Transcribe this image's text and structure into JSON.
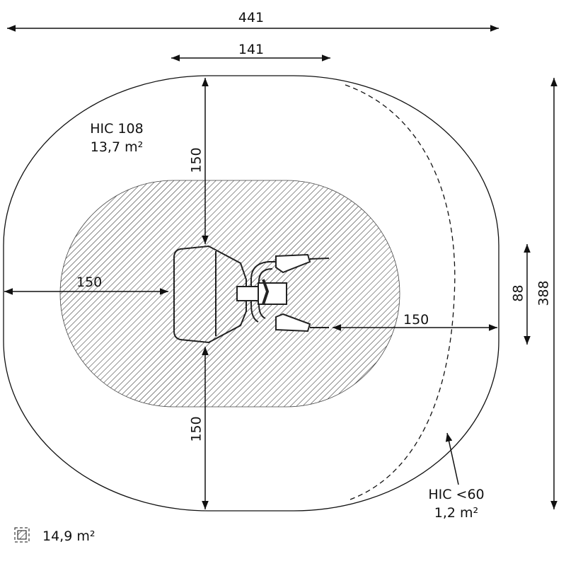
{
  "dimensions": {
    "total_width": "441",
    "equipment_width": "141",
    "total_height": "388",
    "equipment_height": "88",
    "top_clearance": "150",
    "bottom_clearance": "150",
    "left_clearance": "150",
    "right_clearance": "150"
  },
  "zones": {
    "hic_main_label": "HIC 108",
    "hic_main_area": "13,7 m²",
    "hic_small_label": "HIC <60",
    "hic_small_area": "1,2 m²"
  },
  "legend": {
    "icon": "hatched-area-icon",
    "area": "14,9 m²"
  },
  "colors": {
    "line": "#111111",
    "background": "#ffffff"
  }
}
